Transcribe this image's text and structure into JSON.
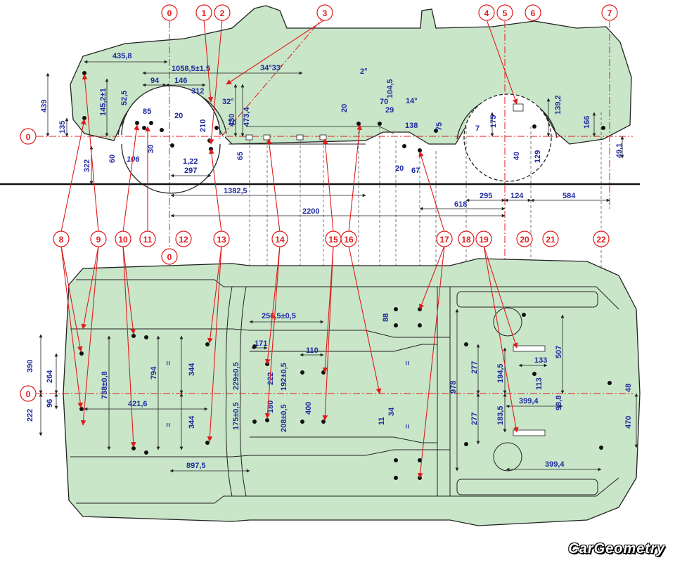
{
  "colors": {
    "body_fill": "#c9e6c9",
    "outline": "#222222",
    "reference_red": "#e01b1b",
    "dimension_blue": "#1f2aa0"
  },
  "logo": "CarGeometry",
  "reference_labels": {
    "zero_vertical": "0",
    "zero_horizontal": "0",
    "top": [
      "1",
      "2",
      "3",
      "4",
      "5",
      "6",
      "7"
    ],
    "middle": [
      "8",
      "9",
      "10",
      "11",
      "12",
      "13",
      "14",
      "15",
      "16",
      "17",
      "18",
      "19",
      "20",
      "21",
      "22"
    ]
  },
  "side_view": {
    "dims": {
      "d435_8": "435,8",
      "d1058": "1058,5±1,5",
      "d94": "94",
      "d146": "146",
      "d312": "312",
      "angle_34": "34°33'",
      "d52_5": "52,5",
      "d145_2": "145,2±1",
      "d439": "439",
      "d135": "135",
      "d85": "85",
      "d20a": "20",
      "d32": "32°",
      "d430": "430",
      "d473_4": "473,4",
      "d210": "210",
      "d70a": "70",
      "d106": "106",
      "d30": "30",
      "d60": "60",
      "d322": "322",
      "d1_22": "1,22",
      "d297": "297",
      "d65": "65",
      "d2deg": "2°",
      "d104_5": "104,5",
      "d20b": "20",
      "d70b": "70",
      "d29": "29",
      "d14deg": "14°",
      "d138": "138",
      "d75": "75",
      "d20c": "20",
      "d67": "67",
      "d139_2": "139,2",
      "d175": "175",
      "d7": "7",
      "d40": "40",
      "d129": "129",
      "d166": "166",
      "d49_1": "49,1",
      "d1382": "1382,5",
      "d2200": "2200",
      "d295": "295",
      "d124": "124",
      "d584": "584",
      "d618": "618"
    }
  },
  "top_view": {
    "dims": {
      "d256": "256,5±0,5",
      "d88": "88",
      "d390": "390",
      "d264": "264",
      "d96": "96",
      "d222a": "222",
      "d738": "738±0,8",
      "d794": "794",
      "d421_6": "421,6",
      "d344a": "344",
      "d344b": "344",
      "eq1": "=",
      "eq2": "=",
      "d171": "171",
      "d110": "110",
      "d229": "229±0,5",
      "d222b": "222",
      "d192": "192±0,5",
      "d175": "175±0,5",
      "d180": "180",
      "d208": "208±0,5",
      "d400": "400",
      "d11": "11",
      "d34": "34",
      "d978": "978",
      "eq3": "=",
      "eq4": "=",
      "d277a": "277",
      "d194_5": "194,5",
      "d277b": "277",
      "d183_5": "183,5",
      "d133": "133",
      "d113": "113",
      "d507": "507",
      "d399a": "399,4",
      "d98_8": "98,8",
      "d48": "48",
      "d470": "470",
      "d399b": "399,4",
      "d897": "897,5"
    }
  }
}
